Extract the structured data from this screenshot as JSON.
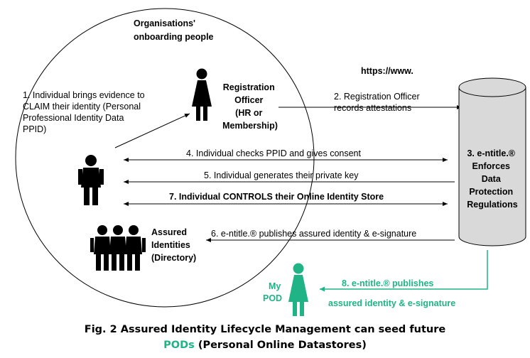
{
  "circle_title": [
    "Organisations'",
    "onboarding people"
  ],
  "url_text": "https://www.",
  "step1_lines": [
    "1.  Individual brings evidence to",
    "CLAIM their identity (Personal",
    "Professional Identity Data",
    "PPID)"
  ],
  "registration_officer": {
    "lines": [
      "Registration",
      "Officer",
      "(HR or",
      "Membership)"
    ]
  },
  "step2_lines": [
    "2.  Registration Officer",
    "records attestations"
  ],
  "step4": "4.  Individual checks PPID and gives consent",
  "step5": "5.  Individual generates their private key",
  "step7": "7.  Individual CONTROLS their Online Identity Store",
  "step6": "6. e-ntitle.® publishes assured identity & e-signature",
  "assured": {
    "lines": [
      "Assured",
      "Identities",
      "(Directory)"
    ]
  },
  "datastore": {
    "lines": [
      "3. e-ntitle.®",
      "Enforces",
      "Data",
      "Protection",
      "Regulations"
    ]
  },
  "my_pod": [
    "My",
    "POD"
  ],
  "step8_lines": [
    "8. e-ntitle.® publishes",
    "assured identity & e-signature"
  ],
  "caption": {
    "line1": "Fig. 2  Assured Identity Lifecycle Management can seed future",
    "pods_word": "PODs",
    "line2_rest": " (Personal  Online Datastores)"
  },
  "colors": {
    "accent_green": "#1fb385",
    "cylinder_fill": "#d9d9d9",
    "line_color": "#000000"
  },
  "icons": {
    "individual": "person-icon",
    "officer": "woman-icon",
    "group": "people-group-icon",
    "pod": "woman-icon-green",
    "store": "database-cylinder-icon"
  }
}
